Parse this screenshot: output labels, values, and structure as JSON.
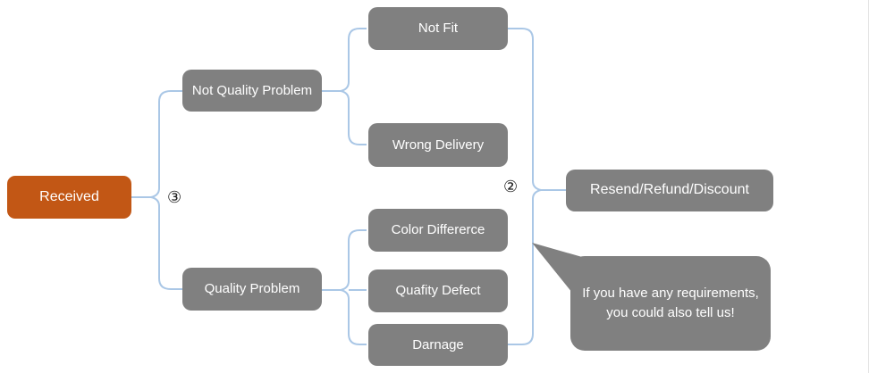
{
  "diagram": {
    "root": {
      "label": "Received"
    },
    "branches": [
      {
        "label": "Not Quality Problem",
        "children": [
          "Not Fit",
          "Wrong Delivery"
        ]
      },
      {
        "label": "Quality Problem",
        "children": [
          "Color Differerce",
          "Quafity Defect",
          "Darnage"
        ]
      }
    ],
    "outcome": {
      "label": "Resend/Refund/Discount"
    },
    "callout": {
      "text": "If you have any requirements, you could also tell us!"
    },
    "markers": {
      "step3": "③",
      "step2": "②"
    },
    "colors": {
      "root_fill": "#c25715",
      "node_fill": "#808080",
      "connector": "#aac7e6",
      "label_text": "#ffffff",
      "marker_text": "#1a1a1a"
    }
  }
}
